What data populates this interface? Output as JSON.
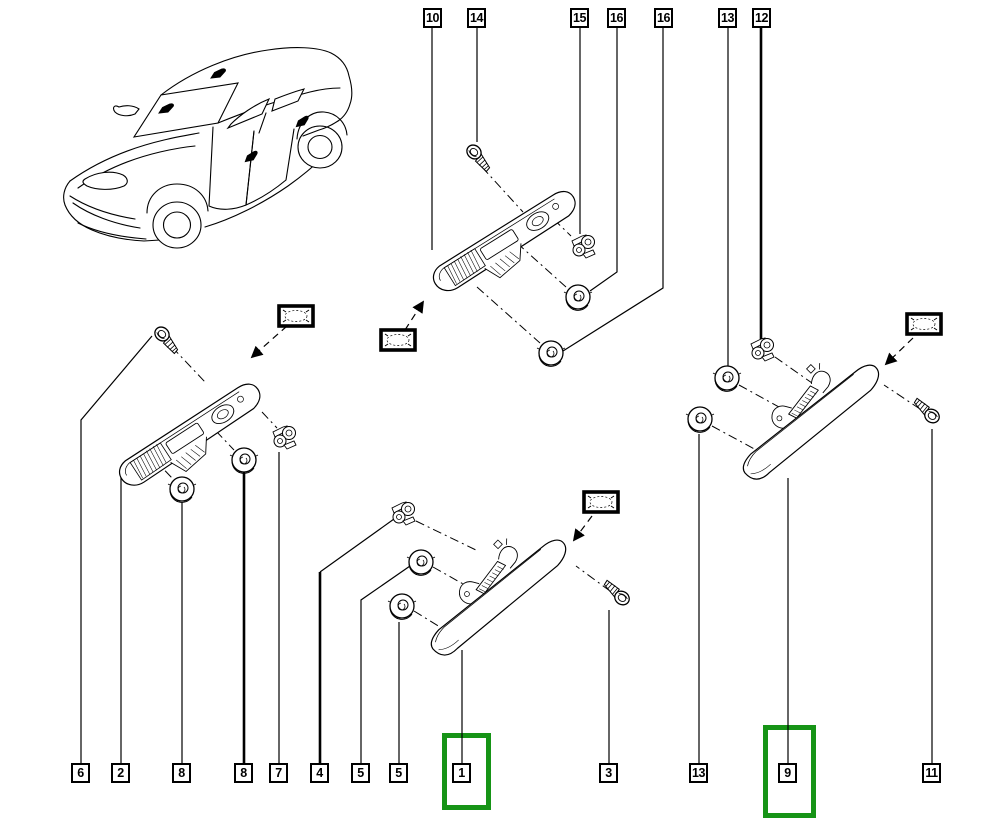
{
  "callouts": {
    "top": [
      "10",
      "14",
      "15",
      "16",
      "16",
      "13",
      "12"
    ],
    "bottom": [
      "6",
      "2",
      "8",
      "8",
      "7",
      "4",
      "5",
      "5",
      "1",
      "3",
      "13",
      "9",
      "11"
    ]
  },
  "highlight": {
    "color": "#169416",
    "selected": [
      "1",
      "9"
    ]
  },
  "line_color": "#000000",
  "background_color": "#ffffff"
}
